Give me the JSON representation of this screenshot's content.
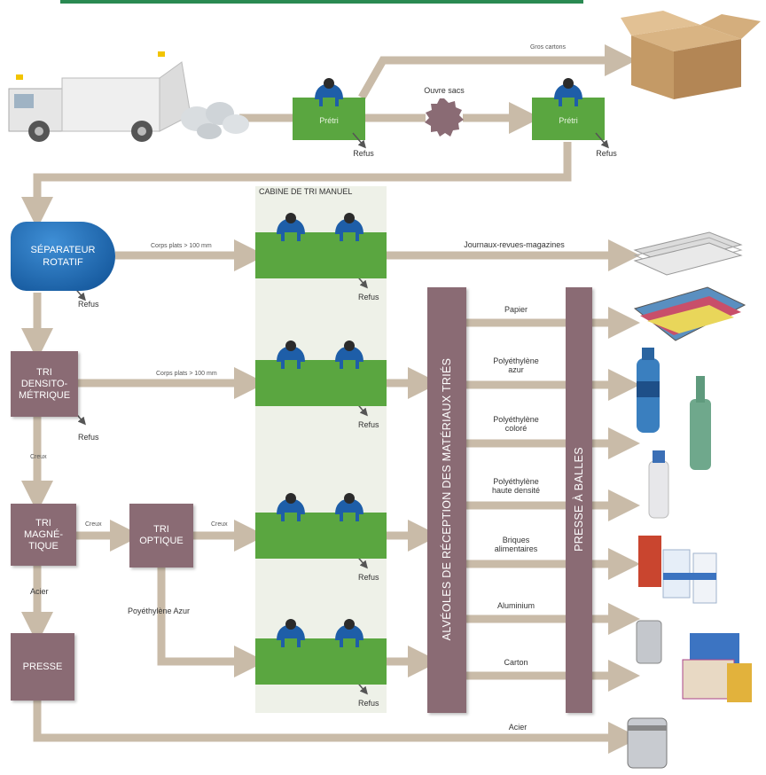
{
  "colors": {
    "arrow": "#c9bba8",
    "box": "#8a6b74",
    "green": "#5aa640",
    "blue": "#1e5ea8",
    "cabin": "#eef1e8"
  },
  "top": {
    "pretri_1": "Prétri",
    "pretri_2": "Prétri",
    "ouvre_sacs": "Ouvre sacs",
    "gros_cartons": "Gros cartons",
    "refus_1": "Refus",
    "refus_2": "Refus"
  },
  "cabin": {
    "title": "CABINE DE TRI MANUEL",
    "refus": [
      "Refus",
      "Refus",
      "Refus",
      "Refus"
    ]
  },
  "machines": {
    "separateur": "SÉPARATEUR\nROTATIF",
    "densito": "TRI\nDENSITO-\nMÉTRIQUE",
    "magnetique": "TRI\nMAGNÉ-\nTIQUE",
    "optique": "TRI\nOPTIQUE",
    "presse": "PRESSE"
  },
  "flows": {
    "refus_separateur": "Refus",
    "refus_densito": "Refus",
    "corps_plats_1": "Corps plats > 100 mm",
    "corps_plats_2": "Corps plats > 100 mm",
    "creux_1": "Creux",
    "creux_2": "Creux",
    "creux_3": "Creux",
    "acier_down": "Acier",
    "polyethylene_azur": "Poyéthylène Azur",
    "journaux": "Journaux-revues-magazines",
    "acier_out": "Acier"
  },
  "alveoles": "ALVÉOLES DE RÉCEPTION DES MATÉRIAUX TRIÉS",
  "presse_balles": "PRESSE À BALLES",
  "materials": [
    "Papier",
    "Polyéthylène\nazur",
    "Polyéthylène\ncoloré",
    "Polyéthylène\nhaute densité",
    "Briques\nalimentaires",
    "Aluminium",
    "Carton"
  ]
}
